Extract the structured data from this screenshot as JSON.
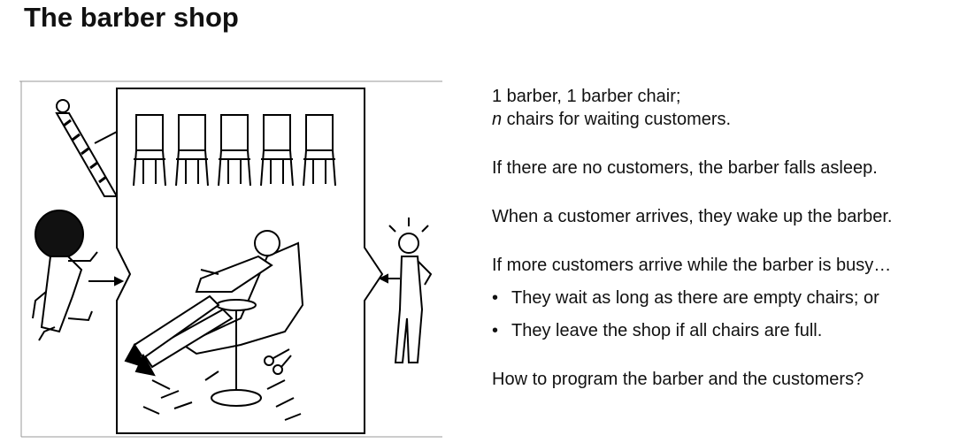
{
  "title": "The barber shop",
  "lines": {
    "l1": "1 barber, 1 barber chair;",
    "l2_var": "n",
    "l2_rest": " chairs for waiting customers.",
    "l3": "If there are no customers, the barber falls asleep.",
    "l4": "When a customer arrives, they wake up the barber.",
    "l5": "If more customers arrive while the barber is busy…",
    "bullets": [
      "They wait as long as there are empty chairs; or",
      "They leave the shop if all chairs are full."
    ],
    "l6": "How to program the barber and the customers?"
  }
}
